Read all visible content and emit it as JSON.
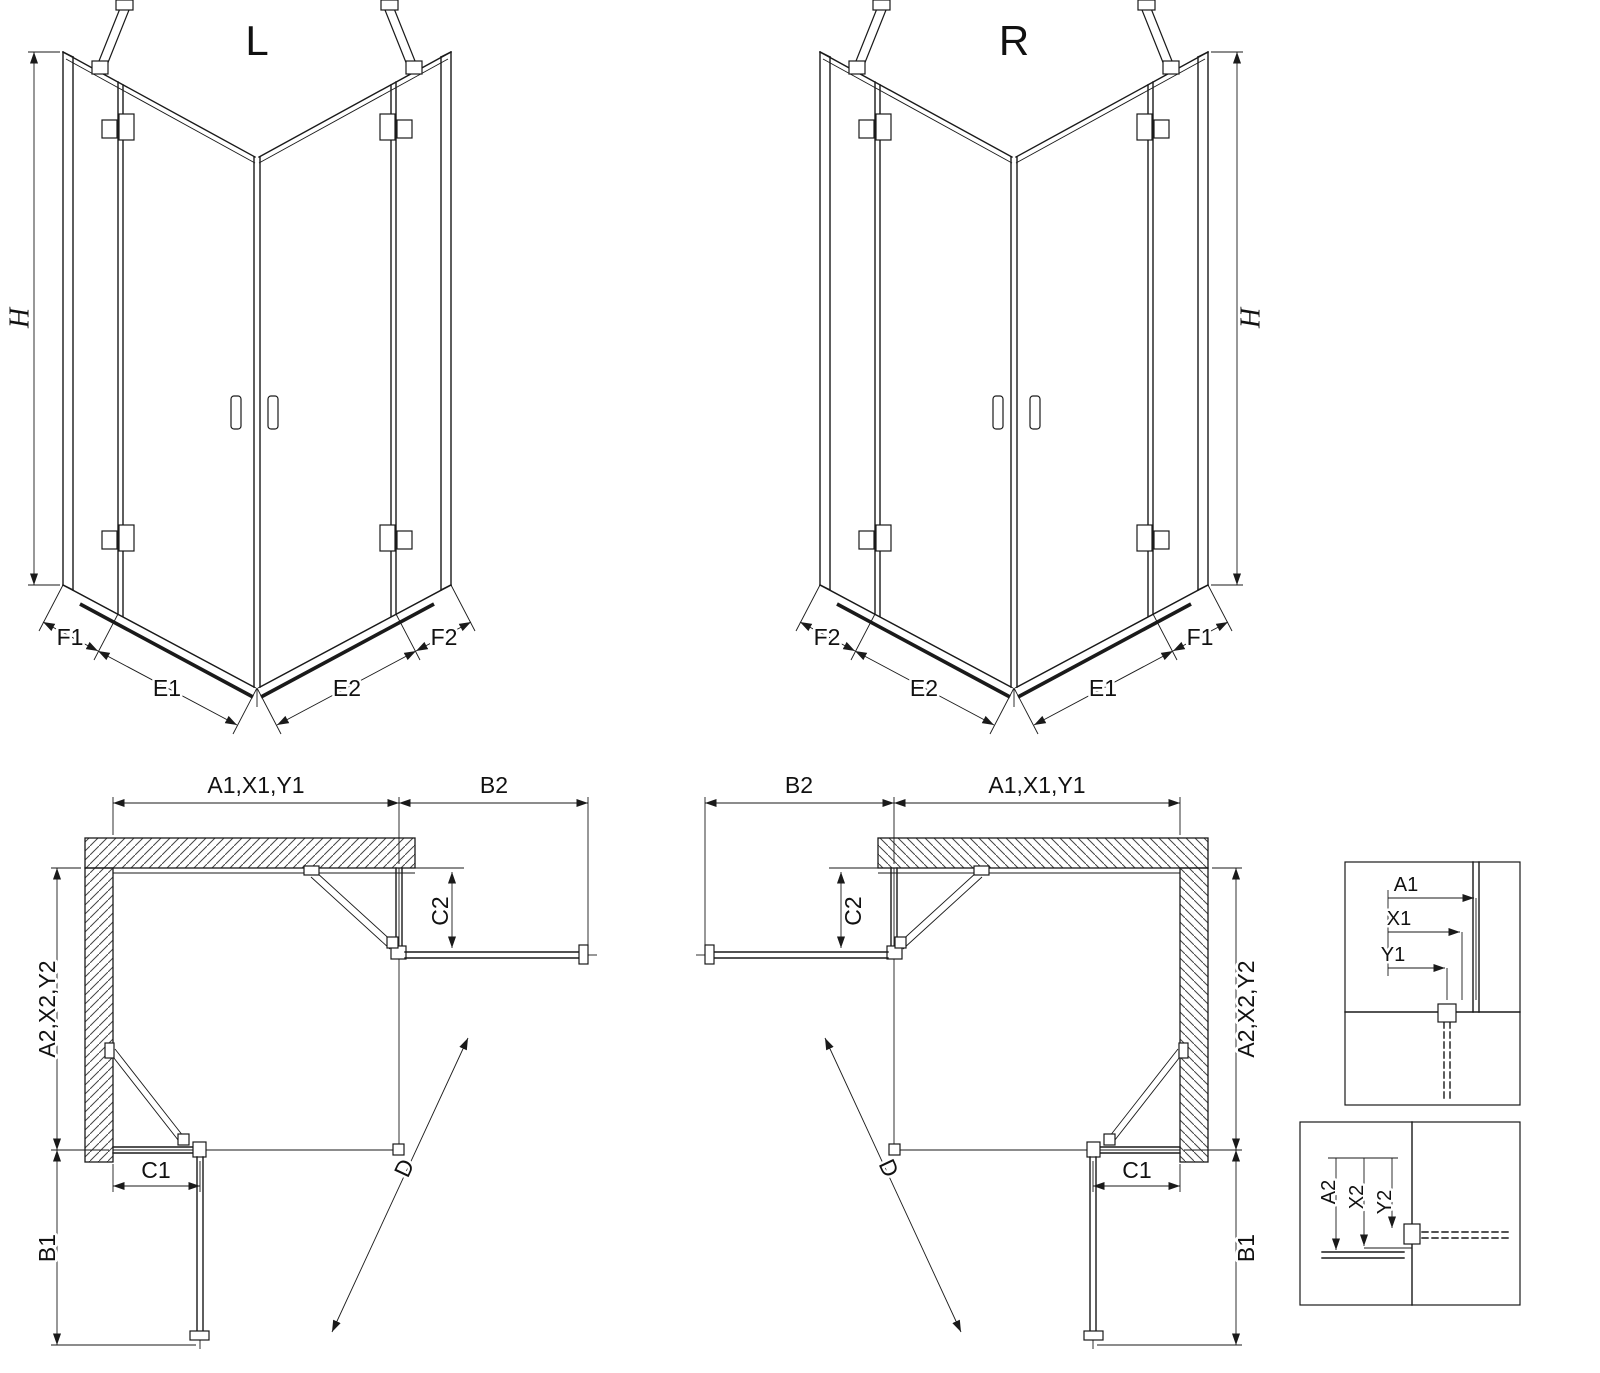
{
  "views": {
    "front_left": {
      "label": "L",
      "height_label": "H",
      "bottom_labels": [
        "F1",
        "E1",
        "E2",
        "F2"
      ]
    },
    "front_right": {
      "label": "R",
      "height_label": "H",
      "bottom_labels": [
        "F2",
        "E2",
        "E1",
        "F1"
      ]
    },
    "plan_left": {
      "top_width": "A1,X1,Y1",
      "door2_projection": "B2",
      "hinge_offset_right": "C2",
      "side_depth": "A2,X2,Y2",
      "hinge_offset_bottom": "C1",
      "door1_projection": "B1",
      "diagonal": "D"
    },
    "plan_right": {
      "top_width": "A1,X1,Y1",
      "door2_projection": "B2",
      "hinge_offset_right": "C2",
      "side_depth": "A2,X2,Y2",
      "hinge_offset_bottom": "C1",
      "door1_projection": "B1",
      "diagonal": "D"
    },
    "detail_top": {
      "labels": [
        "A1",
        "X1",
        "Y1"
      ]
    },
    "detail_bottom": {
      "labels": [
        "A2",
        "X2",
        "Y2"
      ]
    }
  }
}
